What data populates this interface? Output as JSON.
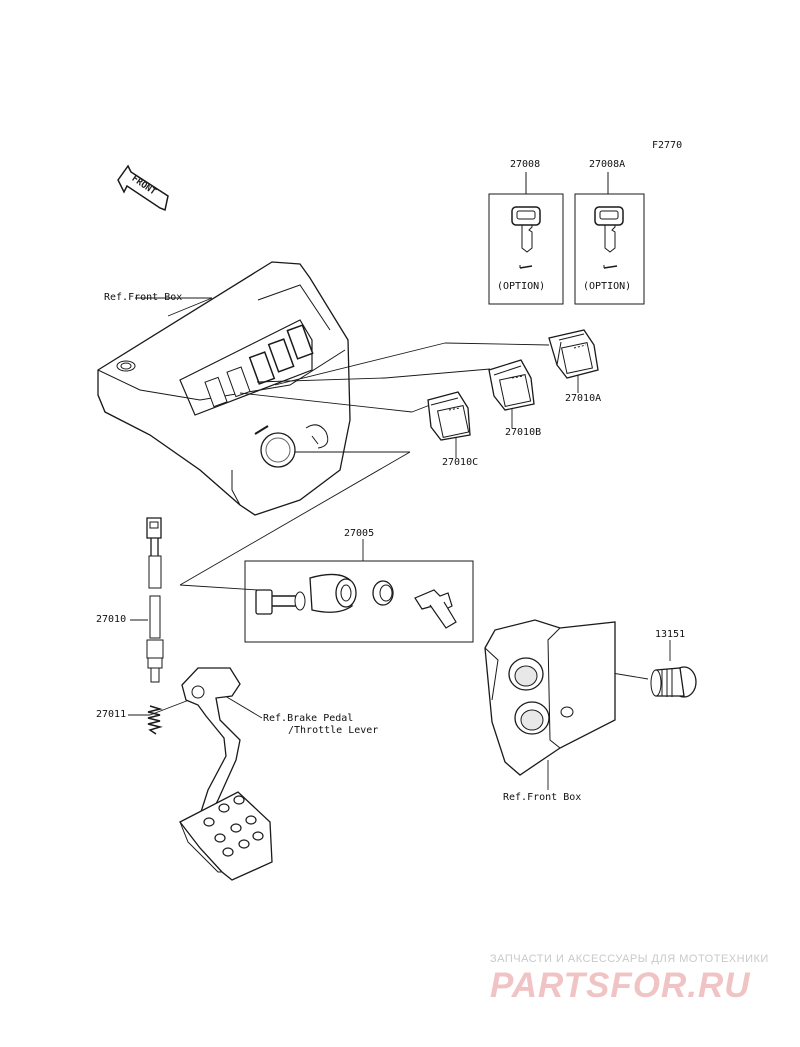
{
  "figure_id": "F2770",
  "direction_label": "FRONT",
  "parts": {
    "key_b": "27008",
    "key_a": "27008A",
    "ignition_switch": "27005",
    "switch_c": "27010C",
    "switch_b": "27010B",
    "switch_a": "27010A",
    "brake_switch": "27010",
    "spring": "27011",
    "cap": "13151"
  },
  "option_text": "(OPTION)",
  "refs": {
    "front_box_top": "Ref.Front Box",
    "brake_pedal_1": "Ref.Brake Pedal",
    "brake_pedal_2": "/Throttle Lever",
    "front_box_bottom": "Ref.Front Box"
  },
  "watermark": {
    "tagline": "ЗАПЧАСТИ И АКСЕССУАРЫ ДЛЯ МОТОТЕХНИКИ",
    "brand": "PARTSFOR.RU"
  },
  "colors": {
    "line": "#1a1a1a",
    "shade": "#cfcfcf",
    "watermark_brand": "#f0c4c4",
    "watermark_text": "#c9c9c9"
  }
}
